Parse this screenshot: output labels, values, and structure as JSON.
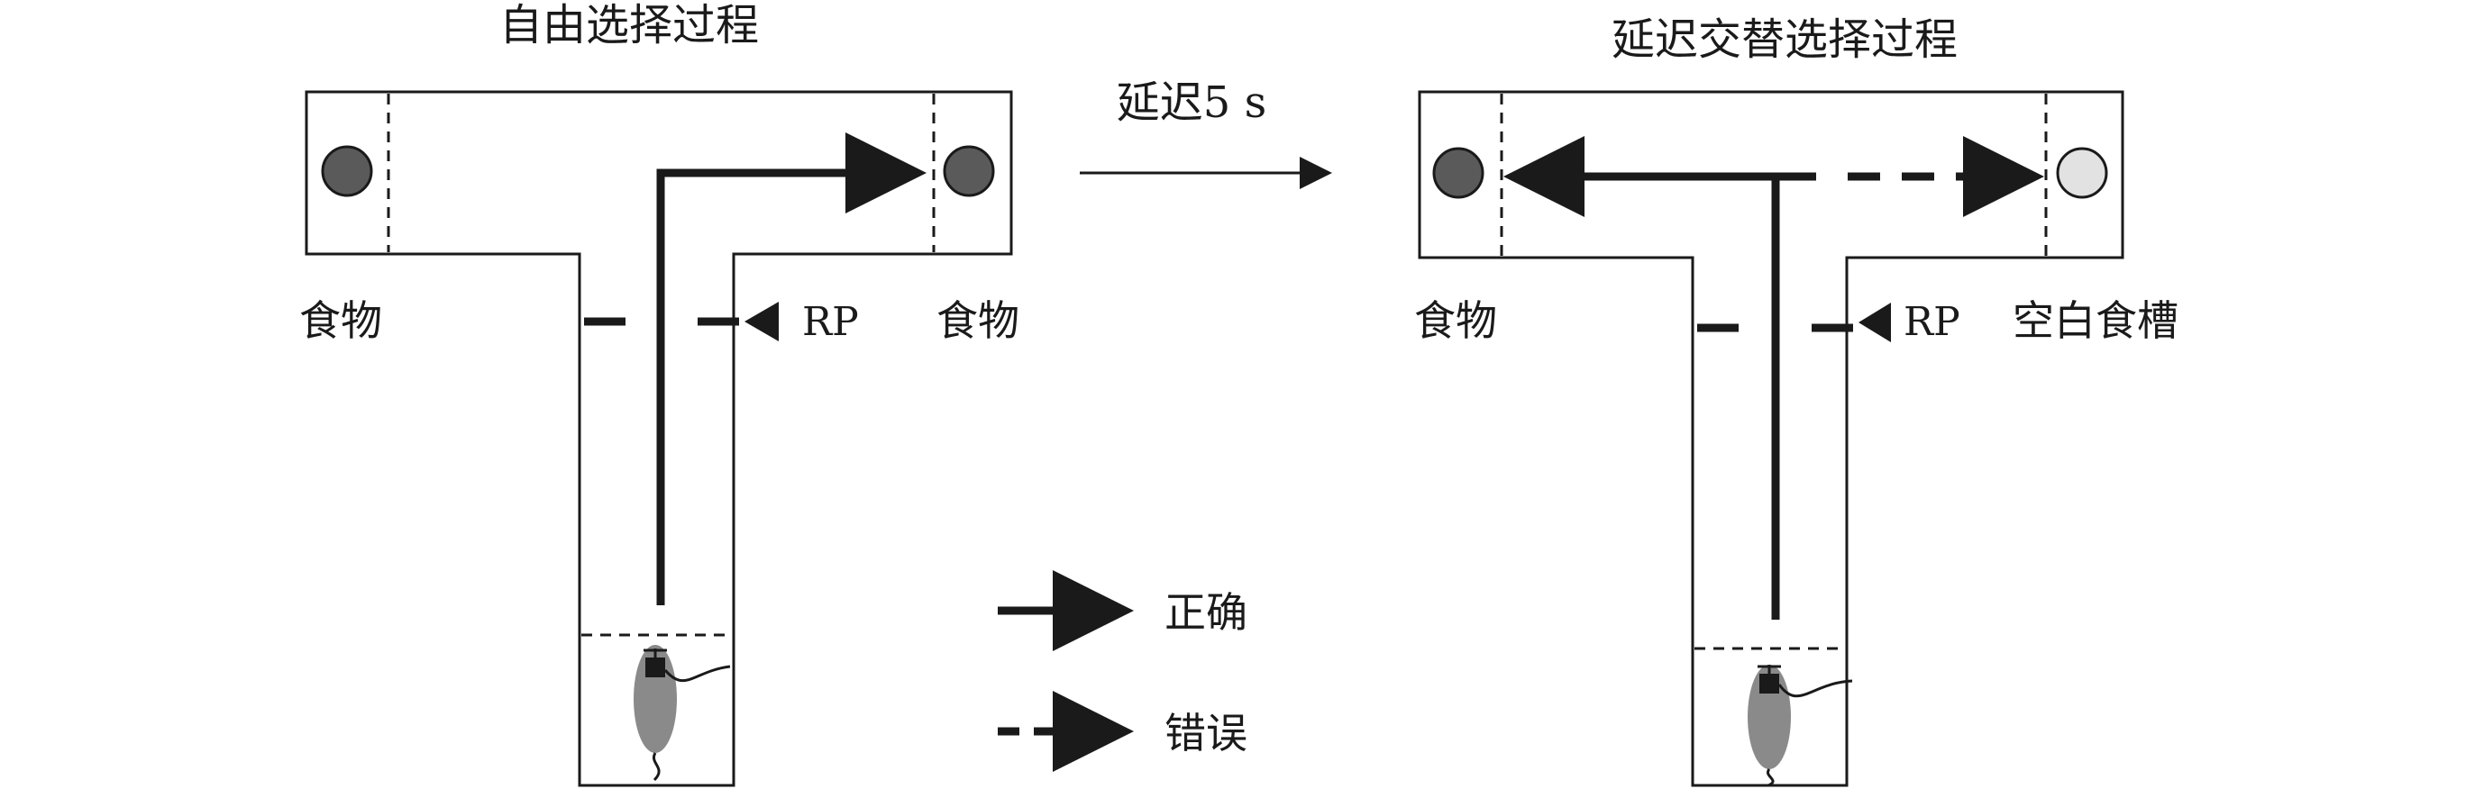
{
  "panels": {
    "left": {
      "title": "自由选择过程",
      "food_left": "食物",
      "food_right": "食物",
      "rp": "RP"
    },
    "right": {
      "title": "延迟交替选择过程",
      "food_left": "食物",
      "empty_slot": "空白食槽",
      "rp": "RP"
    }
  },
  "transition": {
    "label": "延迟5 s"
  },
  "legend": {
    "correct": "正确",
    "wrong": "错误"
  },
  "colors": {
    "line": "#1a1a1a",
    "food": "#5a5a5a",
    "empty_slot": "#e2e2e2",
    "rat": "#8a8a8a"
  }
}
